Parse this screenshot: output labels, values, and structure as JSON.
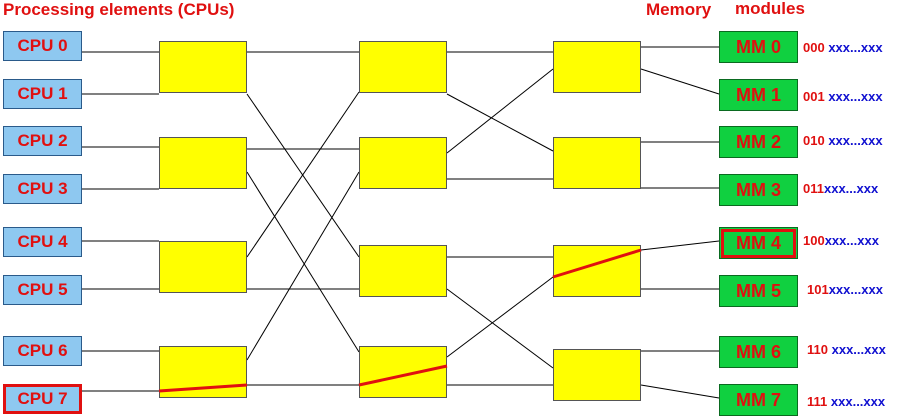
{
  "headers": {
    "processing": "Processing elements (CPUs)",
    "memory": "Memory",
    "modules": "modules"
  },
  "cpus": [
    "CPU 0",
    "CPU 1",
    "CPU 2",
    "CPU 3",
    "CPU 4",
    "CPU 5",
    "CPU 6",
    "CPU 7"
  ],
  "memory_modules": [
    "MM 0",
    "MM 1",
    "MM 2",
    "MM 3",
    "MM 4",
    "MM 5",
    "MM 6",
    "MM 7"
  ],
  "addresses": [
    {
      "bits": "000",
      "rest": "xxx...xxx"
    },
    {
      "bits": "001",
      "rest": "xxx...xxx"
    },
    {
      "bits": "010",
      "rest": "xxx...xxx"
    },
    {
      "bits": "011",
      "rest": "xxx...xxx"
    },
    {
      "bits": "100",
      "rest": "xxx...xxx"
    },
    {
      "bits": "101",
      "rest": "xxx...xxx"
    },
    {
      "bits": "110",
      "rest": "xxx...xxx"
    },
    {
      "bits": "111",
      "rest": "xxx...xxx"
    }
  ],
  "highlight": {
    "cpu": "CPU 7",
    "memory_module": "MM 4"
  },
  "colors": {
    "text_red": "#e01010",
    "address_blue": "#1010d0",
    "cpu_fill": "#8ec8f0",
    "memory_fill": "#10d040",
    "switch_fill": "#ffff00",
    "route_red": "#e01010"
  }
}
